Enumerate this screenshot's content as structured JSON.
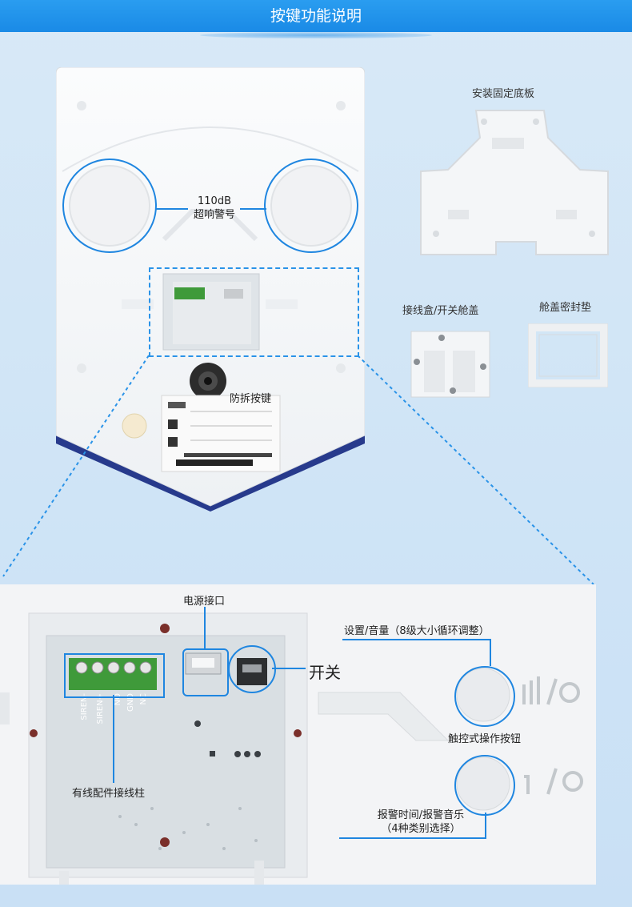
{
  "header": {
    "title": "按键功能说明"
  },
  "device": {
    "siren_label_line1": "110dB",
    "siren_label_line2": "超响警号",
    "tamper_label": "防拆按键"
  },
  "parts": {
    "mounting_plate": "安装固定底板",
    "junction_box": "接线盒/开关舱盖",
    "gasket": "舱盖密封垫"
  },
  "detail": {
    "power_port": "电源接口",
    "switch": "开关",
    "settings": "设置/音量（8级大小循环调整）",
    "touch_buttons": "触控式操作按钮",
    "alarm_time_line1": "报警时间/报警音乐",
    "alarm_time_line2": "（4种类别选择）",
    "terminals": "有线配件接线柱",
    "terminal_pins": [
      "NC",
      "GND",
      "NO",
      "SIREN+",
      "SIREN-"
    ]
  },
  "colors": {
    "accent": "#1f86e0",
    "header": "#1a8ae6",
    "terminal_green": "#3f9a3a"
  }
}
